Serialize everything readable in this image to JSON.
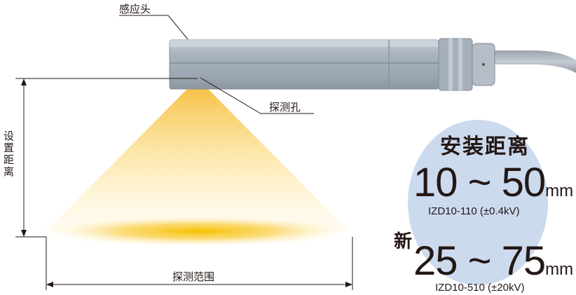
{
  "labels": {
    "sensor_head": "感应头",
    "detection_hole": "探测孔",
    "install_distance": "设置距离",
    "detection_range": "探测范围"
  },
  "spec": {
    "title": "安装距离",
    "models": [
      {
        "range": "10 ~ 50",
        "unit": "mm",
        "model": "IZD10-110 (±0.4kV)"
      },
      {
        "range": "25 ~ 75",
        "unit": "mm",
        "model": "IZD10-510 (±20kV)"
      }
    ],
    "new_badge": "新"
  },
  "colors": {
    "beam": "#f7c948",
    "bubble": "#c9d8ec",
    "line": "#231815"
  }
}
